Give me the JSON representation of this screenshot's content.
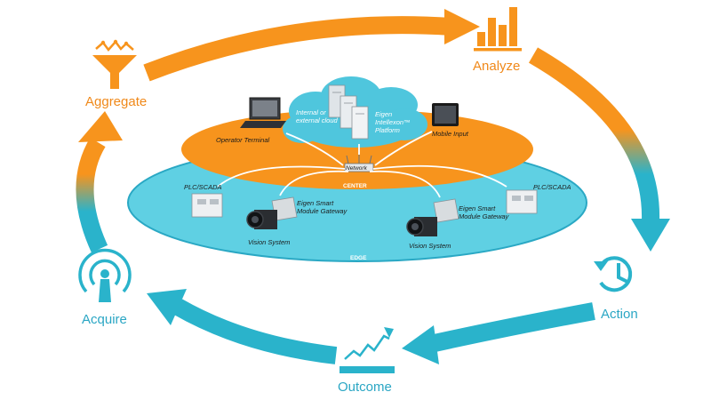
{
  "colors": {
    "orange": "#F7941D",
    "teal": "#2AB3CB",
    "teal_light": "#5FD0E3",
    "cloud": "#4FC6DD",
    "dark": "#1B1B1B"
  },
  "stages": {
    "aggregate": {
      "label": "Aggregate",
      "icon": "funnel-icon"
    },
    "analyze": {
      "label": "Analyze",
      "icon": "bar-chart-icon"
    },
    "action": {
      "label": "Action",
      "icon": "clock-icon"
    },
    "outcome": {
      "label": "Outcome",
      "icon": "trend-line-icon"
    },
    "acquire": {
      "label": "Acquire",
      "icon": "antenna-icon"
    }
  },
  "center": {
    "label": "CENTER",
    "cloud_text": "Internal or\nexternal cloud",
    "platform_text": "Eigen\nIntellexon™\nPlatform",
    "operator_terminal": "Operator Terminal",
    "mobile_input": "Mobile Input",
    "network": "Network"
  },
  "edge": {
    "label": "EDGE",
    "plc_left": "PLC/SCADA",
    "plc_right": "PLC/SCADA",
    "gateway_left": "Eigen Smart\nModule Gateway",
    "gateway_right": "Eigen Smart\nModule Gateway",
    "vision_left": "Vision System",
    "vision_right": "Vision System"
  }
}
